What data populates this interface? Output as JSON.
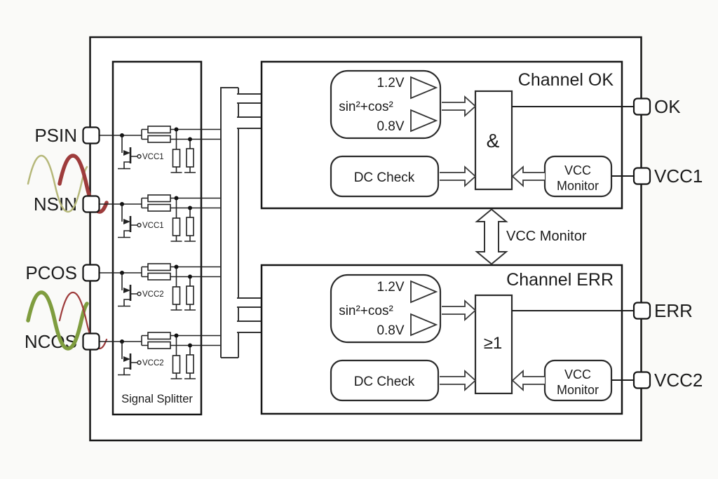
{
  "diagram": {
    "left_ports": [
      {
        "label": "PSIN"
      },
      {
        "label": "NSIN"
      },
      {
        "label": "PCOS"
      },
      {
        "label": "NCOS"
      }
    ],
    "right_ports": [
      {
        "label": "OK"
      },
      {
        "label": "VCC1"
      },
      {
        "label": "ERR"
      },
      {
        "label": "VCC2"
      }
    ],
    "splitter": {
      "label": "Signal Splitter",
      "cells": [
        {
          "vcc": "VCC1"
        },
        {
          "vcc": "VCC1"
        },
        {
          "vcc": "VCC2"
        },
        {
          "vcc": "VCC2"
        }
      ]
    },
    "channels": [
      {
        "title": "Channel OK",
        "threshold_high": "1.2V",
        "function_label": "sin²+cos²",
        "threshold_low": "0.8V",
        "dc_check_label": "DC Check",
        "gate_label": "&",
        "vcc_monitor": {
          "line1": "VCC",
          "line2": "Monitor"
        }
      },
      {
        "title": "Channel ERR",
        "threshold_high": "1.2V",
        "function_label": "sin²+cos²",
        "threshold_low": "0.8V",
        "dc_check_label": "DC Check",
        "gate_label": "≥1",
        "vcc_monitor": {
          "line1": "VCC",
          "line2": "Monitor"
        }
      }
    ],
    "middle_arrow_label": "VCC Monitor",
    "colors": {
      "background": "#d7e6f4",
      "sine_red": "#9e3c3c",
      "sine_olive": "#b6b87a",
      "sine_green": "#7f9d3f"
    }
  }
}
